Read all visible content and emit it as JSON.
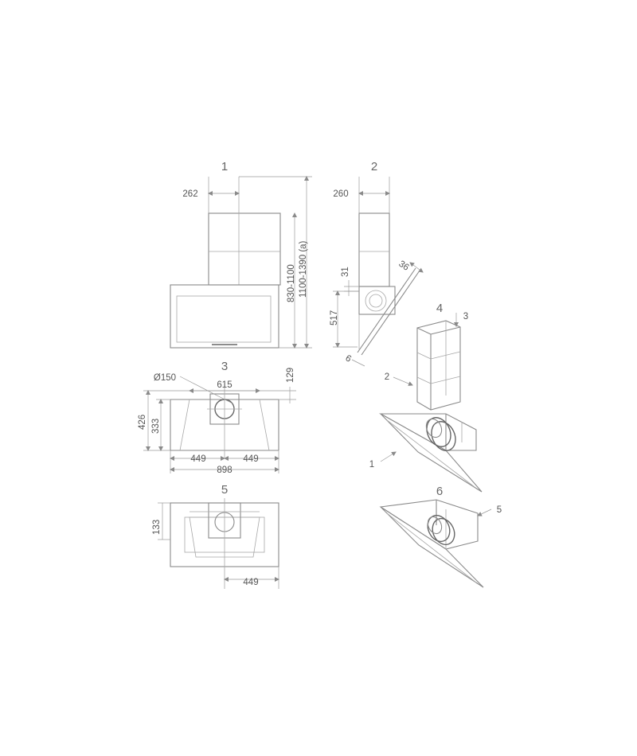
{
  "views": [
    {
      "id": "1",
      "label": "1"
    },
    {
      "id": "2",
      "label": "2"
    },
    {
      "id": "3",
      "label": "3"
    },
    {
      "id": "4",
      "label": "4"
    },
    {
      "id": "5",
      "label": "5"
    },
    {
      "id": "6",
      "label": "6"
    }
  ],
  "dimensions": {
    "v1_width": "262",
    "v1_height_range": "830-1100",
    "v1_height_range_alt": "1100-1390 (a)",
    "v2_width": "260",
    "v2_depth_top": "36",
    "v2_gap": "31",
    "v2_height": "517",
    "v2_depth_bottom": "6",
    "v3_outlet": "Ø150",
    "v3_top_width": "615",
    "v3_top_offset": "129",
    "v3_height_total": "426",
    "v3_height_body": "333",
    "v3_half_left": "449",
    "v3_half_right": "449",
    "v3_total_width": "898",
    "v5_height": "133",
    "v5_half": "449"
  },
  "callouts": {
    "c1": "1",
    "c2": "2",
    "c3": "3",
    "c5": "5"
  }
}
